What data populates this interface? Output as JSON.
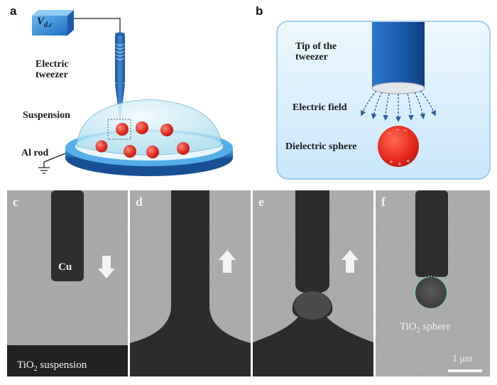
{
  "panel_a": {
    "letter": "a",
    "voltage_main": "V",
    "voltage_sub": "d.c",
    "label_tweezer_line1": "Electric",
    "label_tweezer_line2": "tweezer",
    "label_suspension": "Suspension",
    "label_rod": "Al rod"
  },
  "panel_b": {
    "letter": "b",
    "label_tip_line1": "Tip of the",
    "label_tip_line2": "tweezer",
    "label_field": "Electric field",
    "label_sphere": "Dielectric sphere"
  },
  "sem": {
    "c": {
      "letter": "c",
      "tip_label": "Cu",
      "bottom_label_main": "TiO",
      "bottom_label_sub": "2",
      "bottom_label_rest": " suspension"
    },
    "d": {
      "letter": "d"
    },
    "e": {
      "letter": "e"
    },
    "f": {
      "letter": "f",
      "sphere_label_main": "TiO",
      "sphere_label_sub": "2",
      "sphere_label_rest": " sphere",
      "scale_label": "1 μm"
    }
  },
  "colors": {
    "blue_dark": "#1d5fae",
    "blue_light": "#4fa3e3",
    "sphere_red": "#e0302a",
    "panel_b_bg": "#dcefff",
    "sem_gray": "#9a9a9a",
    "sem_dark": "#2b2b2b",
    "dotted_green": "#6fdc8c"
  }
}
